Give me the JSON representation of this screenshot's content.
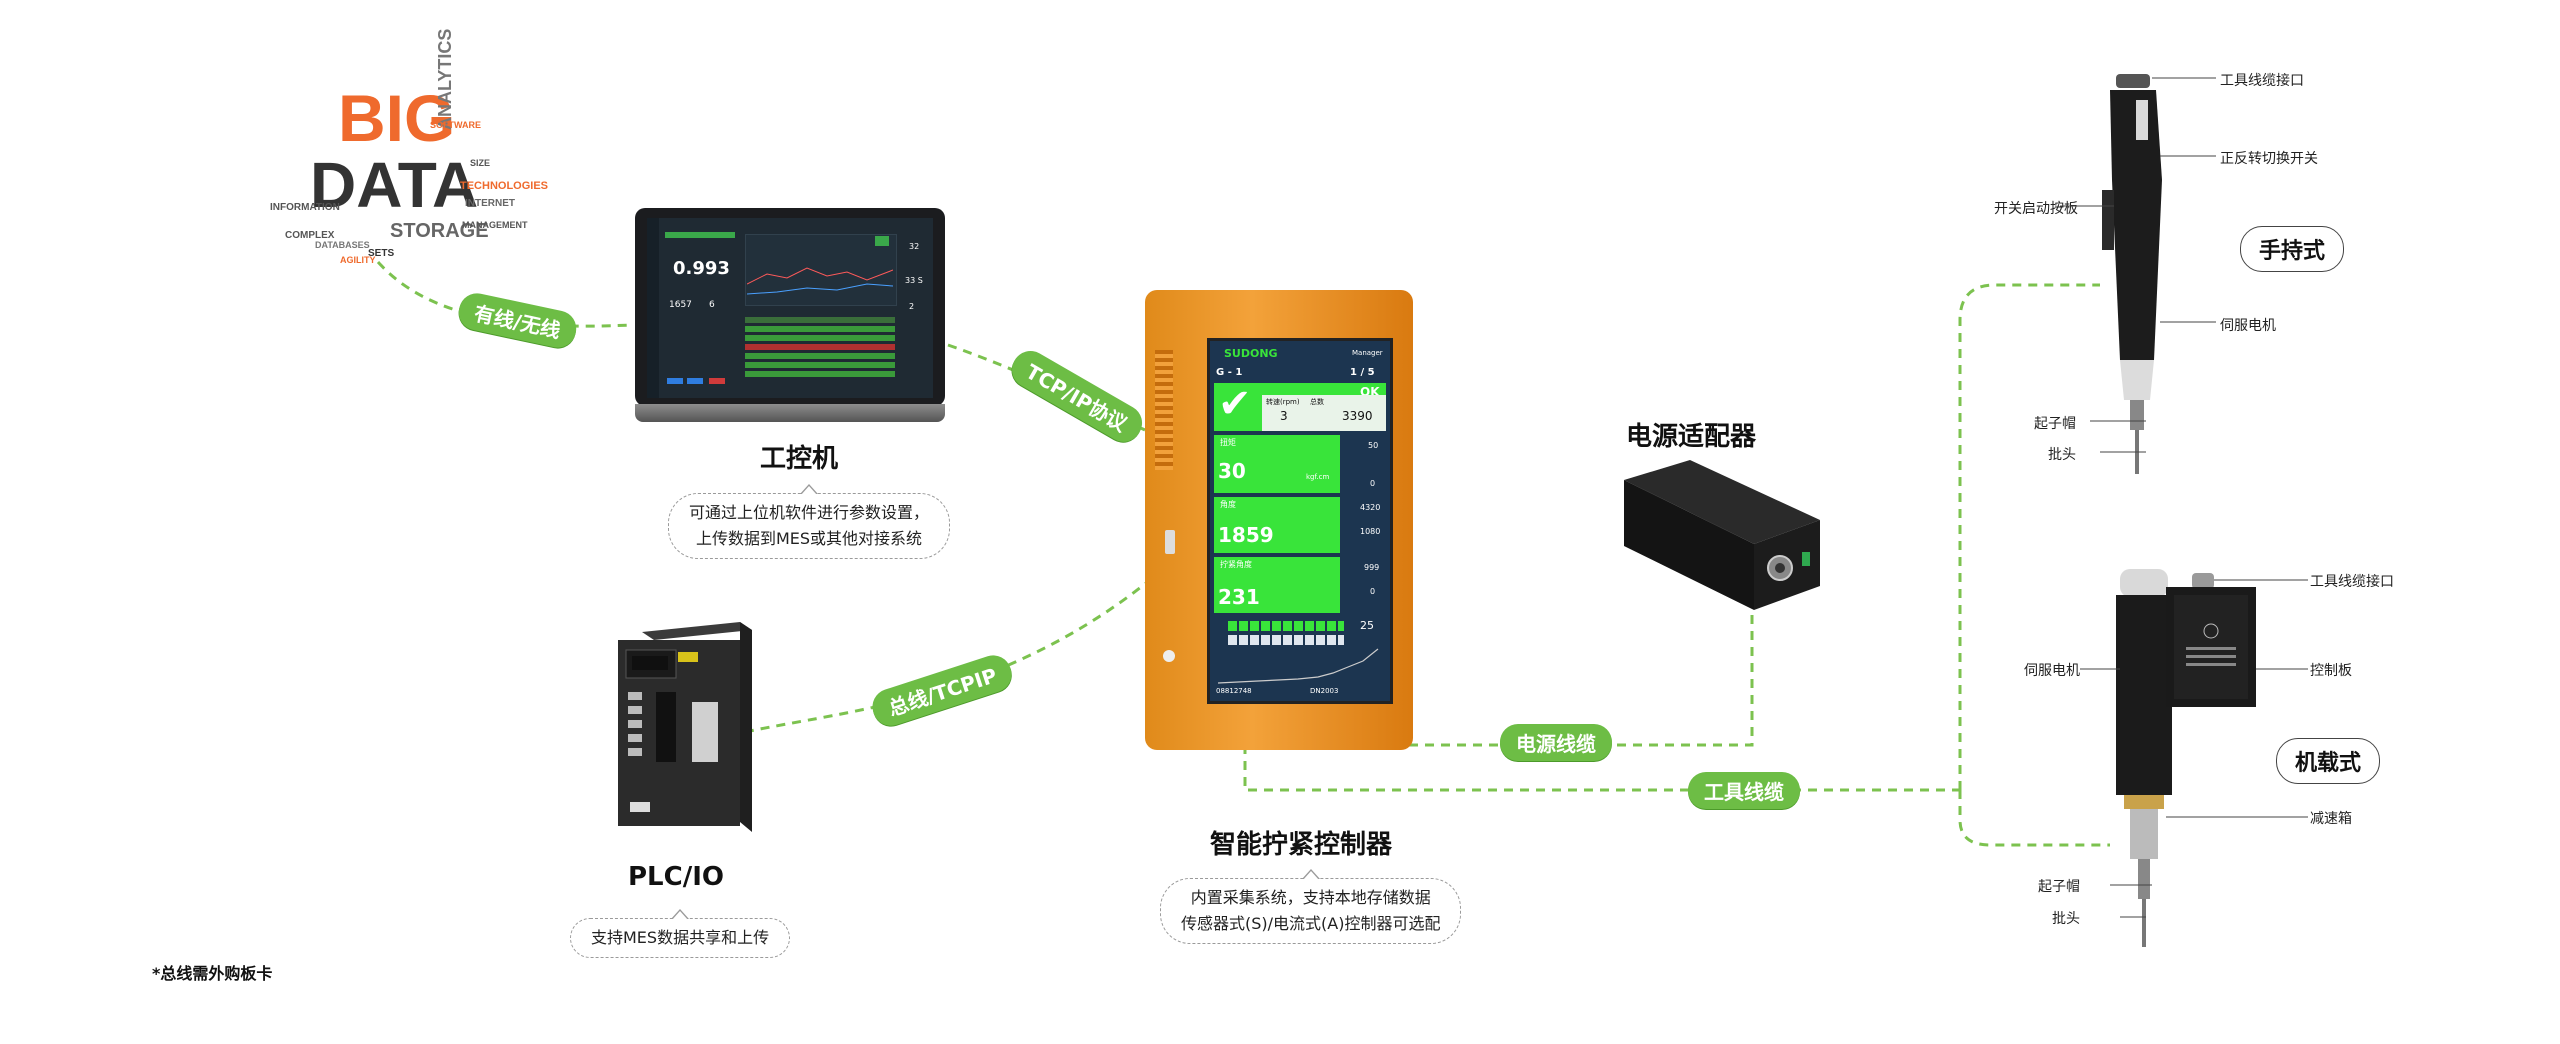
{
  "big_data": {
    "big": "BIG",
    "data": "DATA",
    "words": [
      "ANALYTICS",
      "STORAGE",
      "TECHNOLOGIES",
      "INFORMATION",
      "INTERNET",
      "COMPLEX",
      "DATABASES",
      "SETS",
      "SOFTWARE",
      "SIZE",
      "MANAGEMENT",
      "AGILITY"
    ]
  },
  "ipc": {
    "title": "工控机",
    "desc_line1": "可通过上位机软件进行参数设置，",
    "desc_line2": "上传数据到MES或其他对接系统",
    "screen_value": "0.993",
    "screen_num1": "1657",
    "screen_num2": "6",
    "screen_num3": "32",
    "screen_num4": "33 S",
    "screen_num5": "2"
  },
  "plc": {
    "title": "PLC/IO",
    "desc": "支持MES数据共享和上传"
  },
  "controller": {
    "title": "智能拧紧控制器",
    "desc_line1": "内置采集系统，支持本地存储数据",
    "desc_line2": "传感器式(S)/电流式(A)控制器可选配",
    "brand": "SUDONG",
    "manager": "Manager",
    "group": "G - 1",
    "page": "1 / 5",
    "ok": "OK",
    "speed_label": "转速(rpm)",
    "speed_value": "3",
    "count_label": "总数",
    "count_value": "3390",
    "torque_label": "扭矩",
    "torque_value": "30",
    "torque_unit": "kgf.cm",
    "angle_label": "角度",
    "angle_value": "1859",
    "angle_r1": "50",
    "angle_r2": "0",
    "angle_r3": "4320",
    "angle_r4": "1080",
    "gyro_label": "拧紧角度",
    "gyro_value": "231",
    "gyro_r1": "999",
    "gyro_r2": "0",
    "reset_value": "25",
    "sn": "08812748",
    "footer_code": "DN2003"
  },
  "psu": {
    "title": "电源适配器"
  },
  "links": {
    "wired": "有线/无线",
    "tcpip": "TCP/IP协议",
    "bus": "总线/TCPIP",
    "power_cable": "电源线缆",
    "tool_cable": "工具线缆"
  },
  "handheld": {
    "tag": "手持式",
    "callouts": [
      "工具线缆接口",
      "正反转切换开关",
      "开关启动按板",
      "伺服电机",
      "起子帽",
      "批头"
    ]
  },
  "mounted": {
    "tag": "机载式",
    "callouts": [
      "工具线缆接口",
      "伺服电机",
      "控制板",
      "减速箱",
      "起子帽",
      "批头"
    ]
  },
  "footnote": "*总线需外购板卡",
  "colors": {
    "accent_green": "#6dbd45",
    "controller_orange": "#f39c2a",
    "screen_green": "#39e43a"
  }
}
